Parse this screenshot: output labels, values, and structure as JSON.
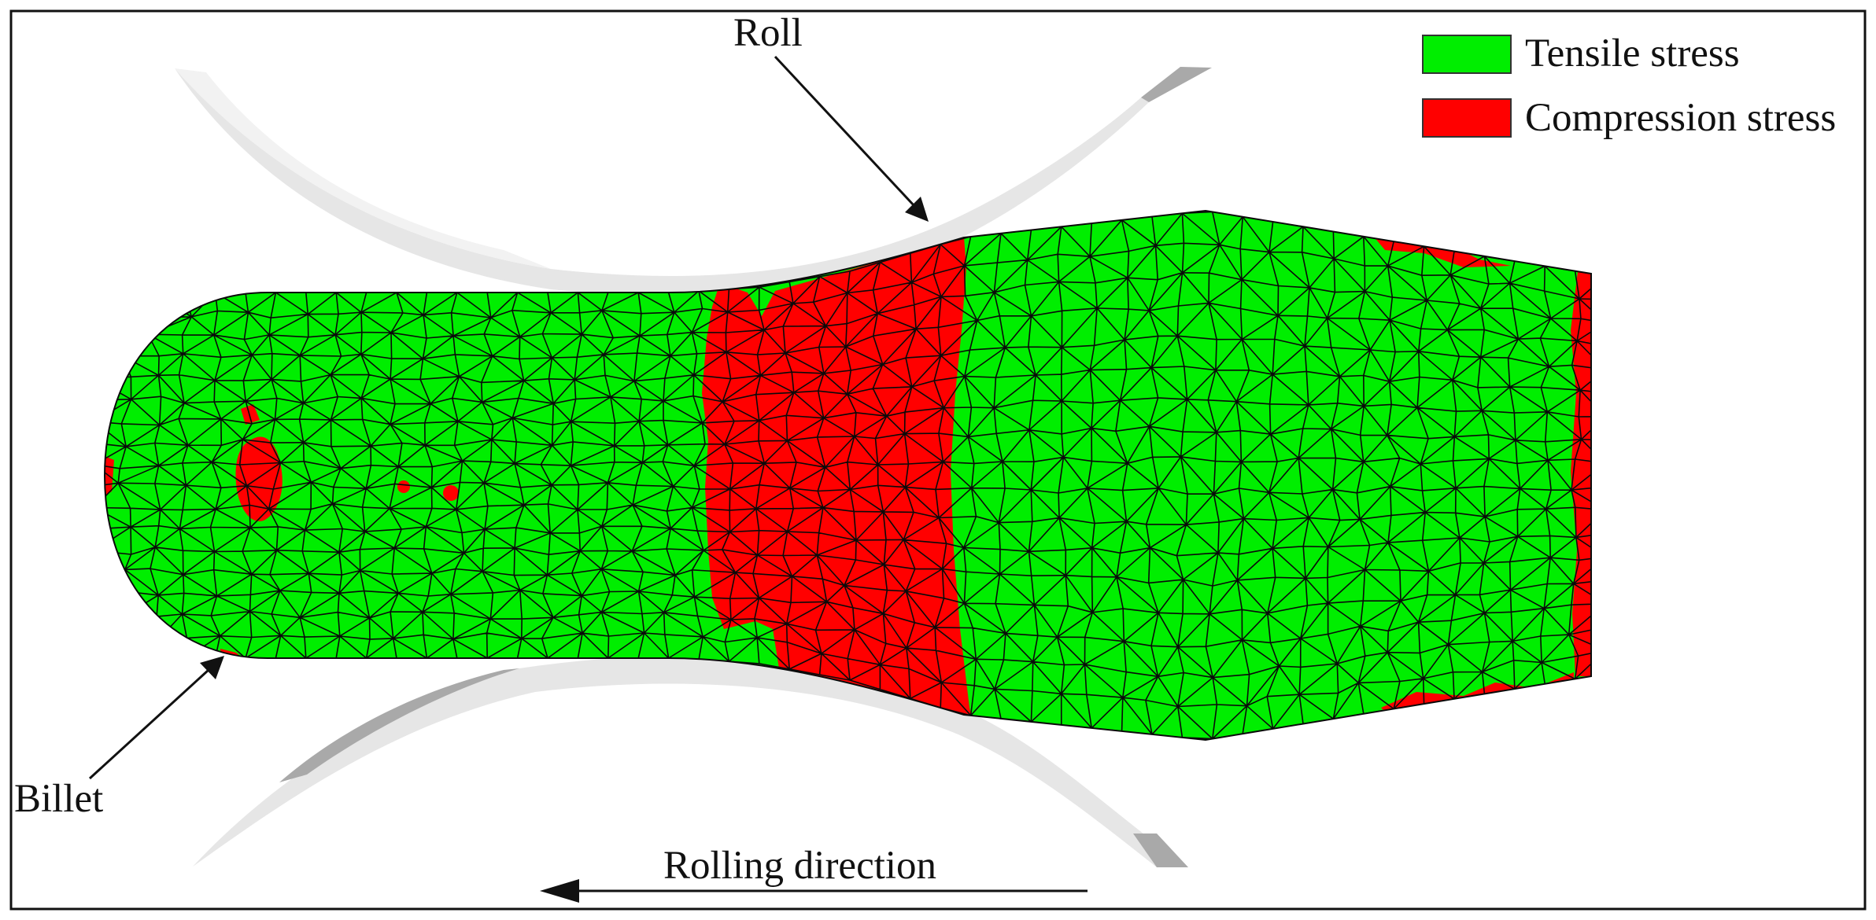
{
  "labels": {
    "roll": "Roll",
    "billet": "Billet",
    "rolling_direction": "Rolling direction"
  },
  "legend": {
    "items": [
      {
        "label": "Tensile stress",
        "color": "#00ee00"
      },
      {
        "label": "Compression stress",
        "color": "#ff0000"
      }
    ]
  },
  "colors": {
    "tensile": "#00ee00",
    "compression": "#ff0000",
    "roll_light": "#e6e6e6",
    "roll_dark": "#a9a9a9",
    "mesh_line": "#0a0a0a",
    "border": "#111111"
  }
}
